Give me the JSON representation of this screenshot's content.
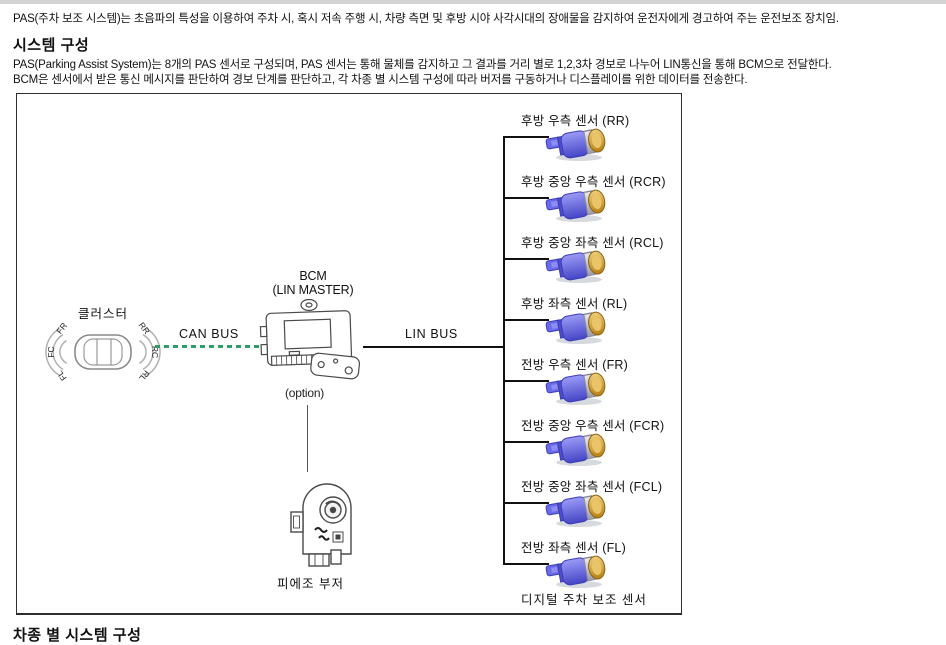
{
  "page": {
    "intro": "PAS(주차 보조 시스템)는 초음파의 특성을 이용하여 주차 시, 혹시 저속 주행 시, 차량 측면 및 후방 시야 사각시대의 장애물을 감지하여 운전자에게 경고하여 주는 운전보조 장치임.",
    "section_title": "시스템 구성",
    "description_lines": [
      "PAS(Parking Assist System)는 8개의 PAS 센서로 구성되며, PAS 센서는 통해 물체를 감지하고 그 결과를 거리 별로 1,2,3차 경보로 나누어 LIN통신을 통해 BCM으로 전달한다.",
      "BCM은 센서에서 받은 통신 메시지를 판단하여 경보 단계를 판단하고, 각 차종 별 시스템 구성에 따라 버저를 구동하거나 디스플레이를 위한 데이터를 전송한다."
    ],
    "next_section_partial": "차종 별 시스템 구성"
  },
  "diagram": {
    "cluster": {
      "label": "클러스터",
      "zone_labels_left": [
        "FR",
        "FC",
        "FL"
      ],
      "zone_labels_right": [
        "RR",
        "RC",
        "RL"
      ]
    },
    "can_bus": {
      "label": "CAN BUS",
      "color": "#2e9e68"
    },
    "bcm": {
      "title": "BCM",
      "subtitle": "(LIN MASTER)",
      "option_label": "(option)"
    },
    "lin_bus": {
      "label": "LIN BUS"
    },
    "buzzer": {
      "label": "피에조 부저"
    },
    "sensors": [
      {
        "label": "후방 우측 센서 (RR)"
      },
      {
        "label": "후방 중앙 우측 센서 (RCR)"
      },
      {
        "label": "후방 중앙 좌측 센서 (RCL)"
      },
      {
        "label": "후방 좌측 센서 (RL)"
      },
      {
        "label": "전방 우측 센서 (FR)"
      },
      {
        "label": "전방 중앙 우측 센서 (FCR)"
      },
      {
        "label": "전방 중앙 좌측 센서 (FCL)"
      },
      {
        "label": "전방 좌측 센서 (FL)"
      }
    ],
    "sensors_caption": "디지털 주차 보조 센서",
    "sensor_colors": {
      "body": "#5a5ae0",
      "ring": "#c0c0c8",
      "face": "#d09020"
    }
  }
}
